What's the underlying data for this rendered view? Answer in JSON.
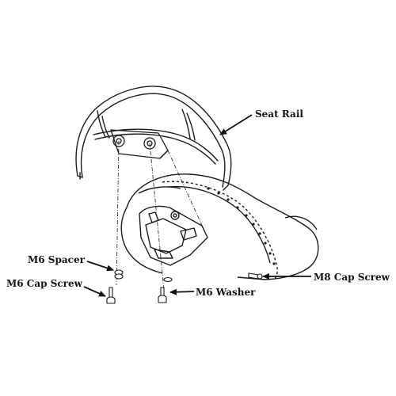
{
  "labels": {
    "seat_rail": "Seat Rail",
    "m6_spacer": "M6 Spacer",
    "m6_cap_screw": "M6 Cap Screw",
    "m6_washer": "M6 Washer",
    "m8_cap_screw": "M8 Cap Screw"
  },
  "colors": {
    "line": "#1a1a1a",
    "background": "#ffffff"
  }
}
